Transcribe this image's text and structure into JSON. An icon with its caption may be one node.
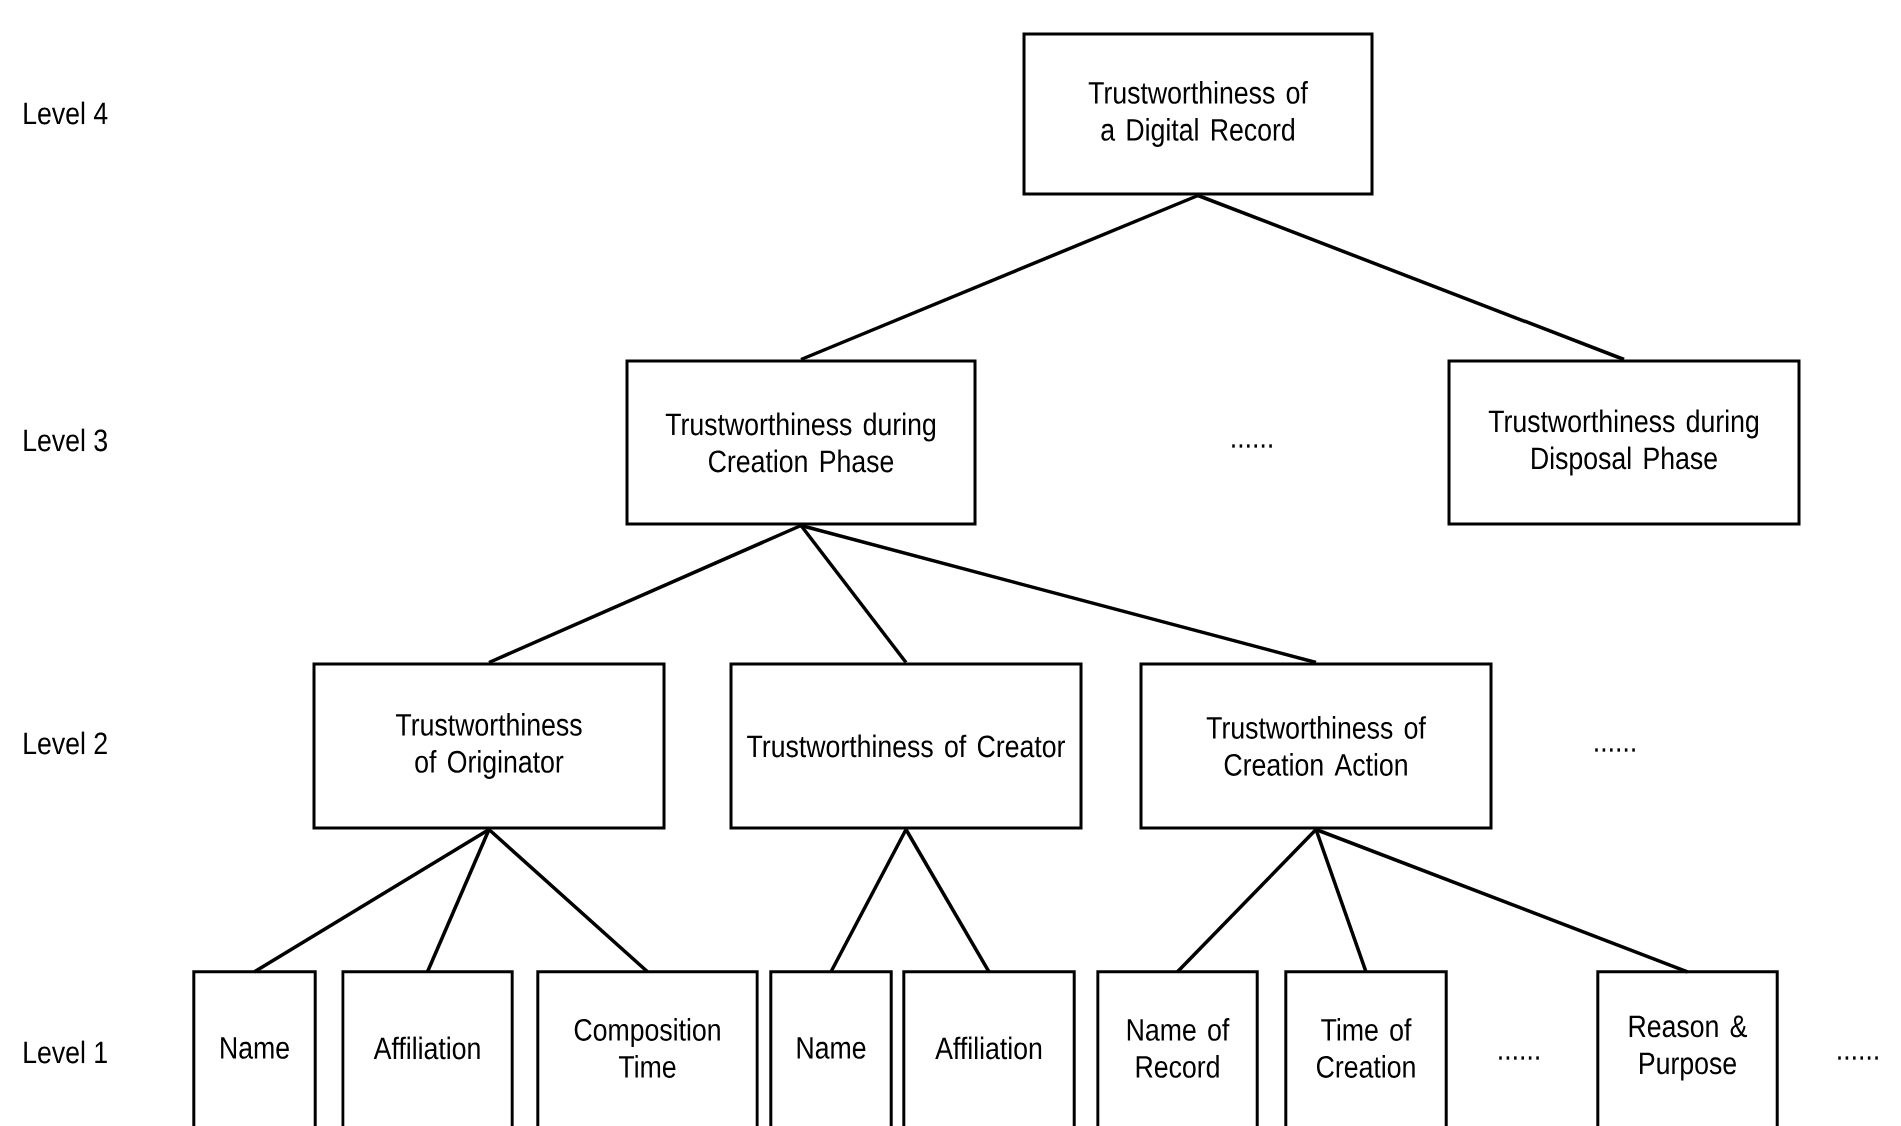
{
  "diagram": {
    "nodes": [
      {
        "text": [
          "Trustworthiness of a Digital Record"
        ]
      },
      {
        "text": [
          "Trustworthiness during Creation Phase"
        ]
      },
      {
        "text": [
          "Trustworthiness during Disposal Phase"
        ]
      },
      {
        "text": [
          "Trustworthiness of Originator"
        ]
      },
      {
        "text": [
          "Trustworthiness of Creator"
        ]
      },
      {
        "text": [
          "Trustworthiness of Creation Action"
        ]
      },
      {
        "text": [
          "Name"
        ]
      },
      {
        "text": [
          "Affiliation"
        ]
      },
      {
        "text": [
          "Composition Time"
        ]
      },
      {
        "text": [
          "Name"
        ]
      },
      {
        "text": [
          "Affiliation"
        ]
      },
      {
        "text": [
          "Name of Record"
        ]
      },
      {
        "text": [
          "Time of Creation"
        ]
      },
      {
        "text": [
          "Reason & Purpose"
        ]
      }
    ],
    "edges": [
      {
        "from": 0,
        "to": 1,
        "arrow": "none"
      },
      {
        "from": 0,
        "to": 2,
        "arrow": "none"
      },
      {
        "from": 1,
        "to": 3,
        "arrow": "none"
      },
      {
        "from": 1,
        "to": 4,
        "arrow": "none"
      },
      {
        "from": 1,
        "to": 5,
        "arrow": "none"
      },
      {
        "from": 3,
        "to": 6,
        "arrow": "none"
      },
      {
        "from": 3,
        "to": 7,
        "arrow": "none"
      },
      {
        "from": 3,
        "to": 8,
        "arrow": "none"
      },
      {
        "from": 4,
        "to": 9,
        "arrow": "none"
      },
      {
        "from": 4,
        "to": 10,
        "arrow": "none"
      },
      {
        "from": 5,
        "to": 11,
        "arrow": "none"
      },
      {
        "from": 5,
        "to": 12,
        "arrow": "none"
      },
      {
        "from": 5,
        "to": 13,
        "arrow": "none"
      }
    ],
    "labels": [
      "Level 4",
      "Level 3",
      "......",
      "Level 2",
      "......",
      "Level 1",
      "......",
      "......"
    ]
  }
}
